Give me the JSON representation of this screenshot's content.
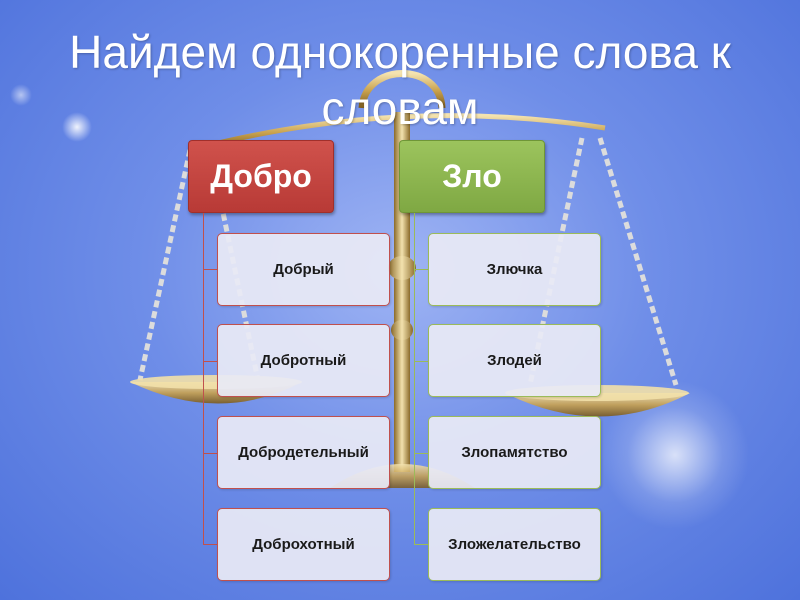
{
  "slide": {
    "title": "Найдем однокоренные слова к словам"
  },
  "groups": [
    {
      "header": "Добро",
      "color": "#c0504d",
      "words": [
        "Добрый",
        "Добротный",
        "Добродетельный",
        "Доброхотный"
      ]
    },
    {
      "header": "Зло",
      "color": "#9bbb59",
      "words": [
        "Злючка",
        "Злодей",
        "Злопамятство",
        "Зложелательство"
      ]
    }
  ],
  "decorations": {
    "background_image": "balance-scales-icon"
  }
}
